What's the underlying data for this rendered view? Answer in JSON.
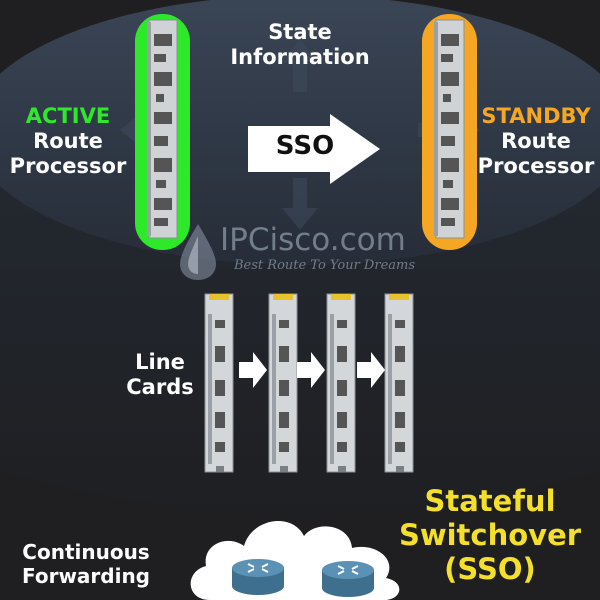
{
  "state_label": [
    "State",
    "Information"
  ],
  "active": {
    "status": "ACTIVE",
    "line1": "Route",
    "line2": "Processor",
    "color": "#2ee82a"
  },
  "standby": {
    "status": "STANDBY",
    "line1": "Route",
    "line2": "Processor",
    "color": "#f5a623"
  },
  "sso_arrow_label": "SSO",
  "line_cards_label": [
    "Line",
    "Cards"
  ],
  "continuous_forwarding_label": [
    "Continuous",
    "Forwarding"
  ],
  "title_lines": [
    "Stateful",
    "Switchover",
    "(SSO)"
  ],
  "watermark": {
    "brand": "IPCisco.com",
    "tagline": "Best Route To Your Dreams"
  },
  "colors": {
    "background": "#1f1f21",
    "disc": "#2c3442",
    "title": "#f4df2a",
    "router": "#5b91b5"
  }
}
